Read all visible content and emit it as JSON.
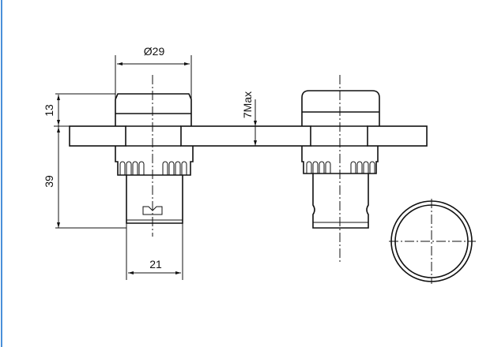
{
  "drawing": {
    "dimensions": {
      "diameter": "Ø29",
      "cap_height": "13",
      "panel_max": "7Max",
      "body_depth": "39",
      "stem_width": "21"
    },
    "colors": {
      "border": "#4a90d9",
      "ink": "#111111"
    }
  }
}
